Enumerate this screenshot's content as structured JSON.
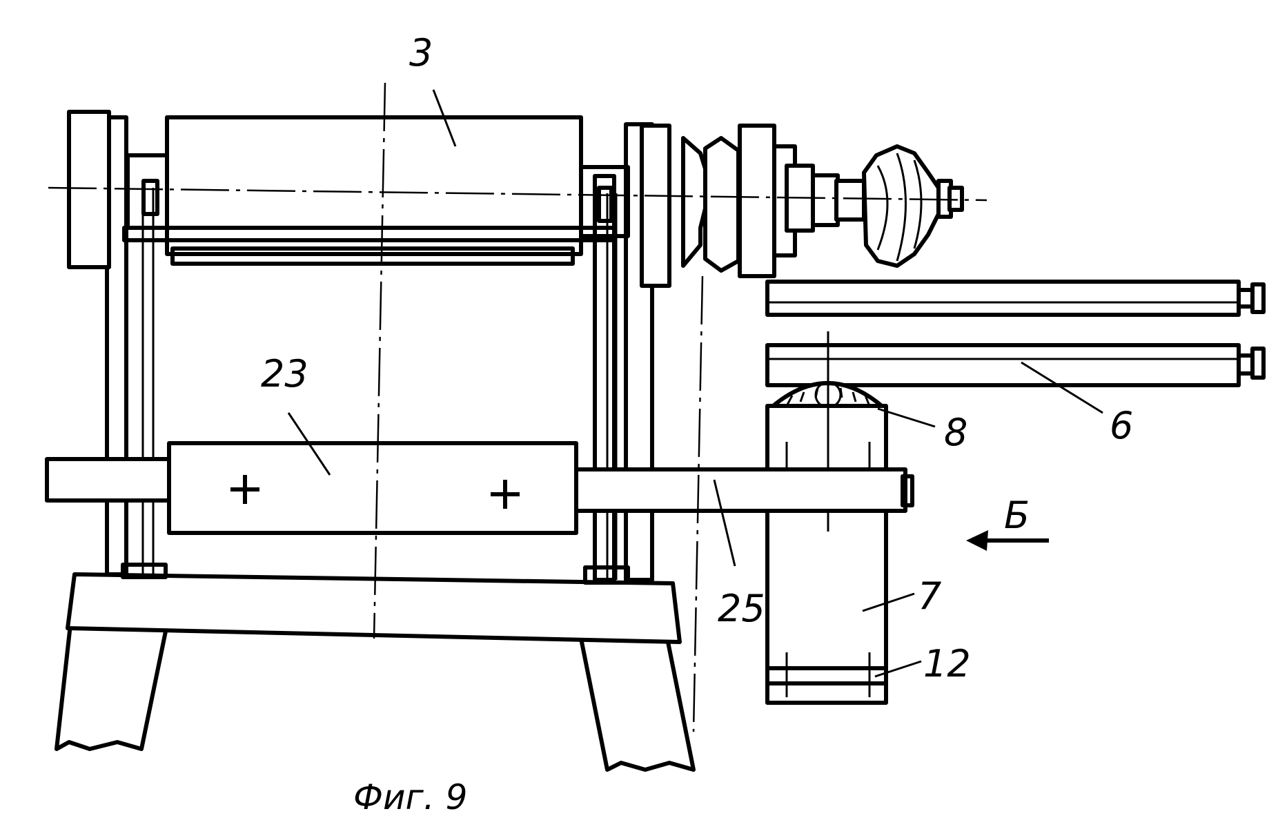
{
  "labels": {
    "part_3": "3",
    "part_23": "23",
    "part_25": "25",
    "part_8": "8",
    "part_6": "6",
    "part_7": "7",
    "part_12": "12",
    "view_b": "Б"
  },
  "caption": "Фиг. 9"
}
